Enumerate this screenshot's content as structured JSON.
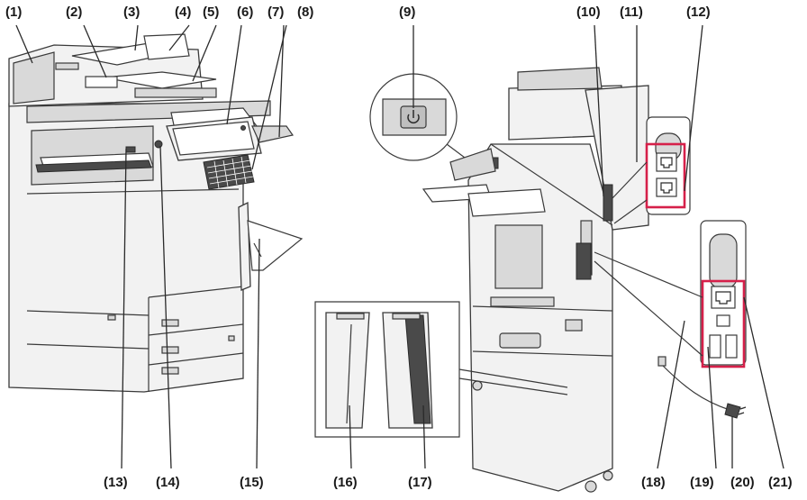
{
  "callouts": {
    "c1": "(1)",
    "c2": "(2)",
    "c3": "(3)",
    "c4": "(4)",
    "c5": "(5)",
    "c6": "(6)",
    "c7": "(7)",
    "c8": "(8)",
    "c9": "(9)",
    "c10": "(10)",
    "c11": "(11)",
    "c12": "(12)",
    "c13": "(13)",
    "c14": "(14)",
    "c15": "(15)",
    "c16": "(16)",
    "c17": "(17)",
    "c18": "(18)",
    "c19": "(19)",
    "c20": "(20)",
    "c21": "(21)"
  },
  "colors": {
    "outline": "#3a3a3a",
    "body_fill": "#f2f2f2",
    "shade_fill": "#d9d9d9",
    "dark_fill": "#4a4a4a",
    "highlight": "#d6204a"
  },
  "icons": [
    "power-icon",
    "lan-port-icon",
    "usb-port-icon",
    "power-plug-icon"
  ]
}
